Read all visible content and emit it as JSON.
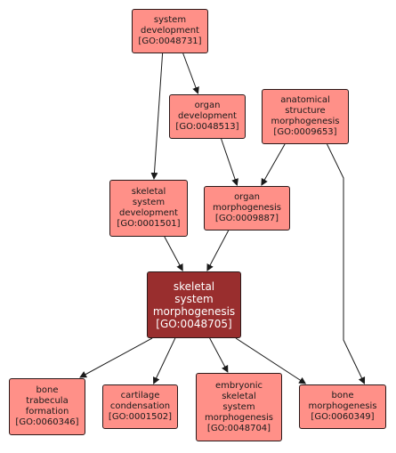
{
  "colors": {
    "node_fill": "#ff9088",
    "focus_fill": "#992e2e",
    "edge": "#1a1a1a"
  },
  "nodes": [
    {
      "id": "n0048731",
      "lines": [
        "system",
        "development",
        "[GO:0048731]"
      ]
    },
    {
      "id": "n0048513",
      "lines": [
        "organ",
        "development",
        "[GO:0048513]"
      ]
    },
    {
      "id": "n0009653",
      "lines": [
        "anatomical",
        "structure",
        "morphogenesis",
        "[GO:0009653]"
      ]
    },
    {
      "id": "n0001501",
      "lines": [
        "skeletal",
        "system",
        "development",
        "[GO:0001501]"
      ]
    },
    {
      "id": "n0009887",
      "lines": [
        "organ",
        "morphogenesis",
        "[GO:0009887]"
      ]
    },
    {
      "id": "n0048705",
      "lines": [
        "skeletal",
        "system",
        "morphogenesis",
        "[GO:0048705]"
      ],
      "focus": true
    },
    {
      "id": "n0060346",
      "lines": [
        "bone",
        "trabecula",
        "formation",
        "[GO:0060346]"
      ]
    },
    {
      "id": "n0001502",
      "lines": [
        "cartilage",
        "condensation",
        "[GO:0001502]"
      ]
    },
    {
      "id": "n0048704",
      "lines": [
        "embryonic",
        "skeletal",
        "system",
        "morphogenesis",
        "[GO:0048704]"
      ]
    },
    {
      "id": "n0060349",
      "lines": [
        "bone",
        "morphogenesis",
        "[GO:0060349]"
      ]
    }
  ],
  "edges": [
    {
      "from": "n0048731",
      "to": "n0048513"
    },
    {
      "from": "n0048731",
      "to": "n0001501"
    },
    {
      "from": "n0048513",
      "to": "n0009887"
    },
    {
      "from": "n0009653",
      "to": "n0009887"
    },
    {
      "from": "n0009653",
      "to": "n0060349"
    },
    {
      "from": "n0001501",
      "to": "n0048705"
    },
    {
      "from": "n0009887",
      "to": "n0048705"
    },
    {
      "from": "n0048705",
      "to": "n0060346"
    },
    {
      "from": "n0048705",
      "to": "n0001502"
    },
    {
      "from": "n0048705",
      "to": "n0048704"
    },
    {
      "from": "n0048705",
      "to": "n0060349"
    }
  ]
}
